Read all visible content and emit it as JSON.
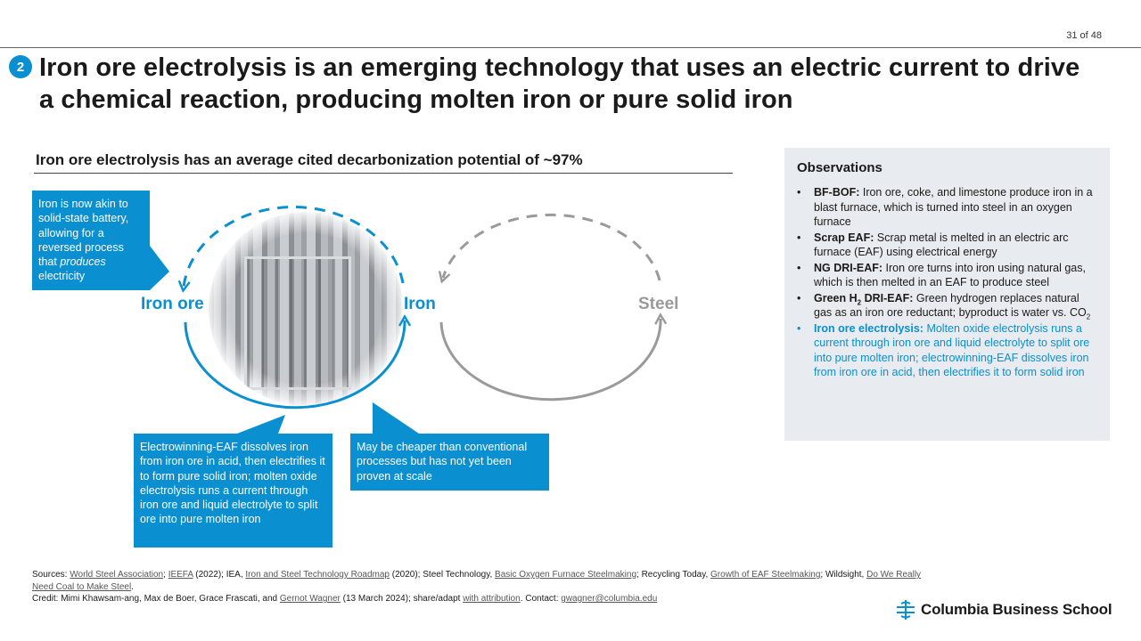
{
  "page": {
    "number": "31 of 48",
    "badge": "2"
  },
  "title": "Iron ore electrolysis is an emerging technology that uses an electric current to drive a chemical reaction, producing molten iron or pure solid iron",
  "subtitle": "Iron ore electrolysis has an average cited decarbonization potential of ~97%",
  "diagram": {
    "nodes": {
      "iron_ore": "Iron ore",
      "iron": "Iron",
      "steel": "Steel"
    },
    "colors": {
      "accent": "#0a8fd1",
      "gray": "#9a9a9a"
    }
  },
  "callouts": {
    "battery": {
      "pre": "Iron is now akin to solid-state battery, allowing for a reversed process that ",
      "em": "produces",
      "post": " electricity"
    },
    "methods": "Electrowinning-EAF dissolves iron from iron ore in acid, then electrifies it to form pure solid iron; molten oxide electrolysis runs a current through iron ore and liquid electrolyte to split ore into pure molten iron",
    "cost": "May be cheaper than conventional processes but has not yet been proven at scale"
  },
  "observations": {
    "title": "Observations",
    "bf_bof": {
      "term": "BF-BOF:",
      "text": " Iron ore, coke, and limestone produce iron in a blast furnace, which is turned into steel in an oxygen furnace"
    },
    "scrap_eaf": {
      "term": "Scrap EAF:",
      "text": " Scrap metal is melted in an electric arc furnace (EAF) using electrical energy"
    },
    "ng_dri": {
      "term": "NG DRI-EAF:",
      "text": " Iron ore turns into iron using natural gas, which is then melted in an EAF to produce steel"
    },
    "green_h2": {
      "term_a": "Green H",
      "term_sub": "2",
      "term_b": " DRI-EAF:",
      "text_a": " Green hydrogen replaces natural gas as an iron ore reductant; byproduct is water vs. CO",
      "text_sub": "2"
    },
    "electrolysis": {
      "term": "Iron ore electrolysis:",
      "text": " Molten oxide electrolysis runs a current through iron ore and liquid electrolyte to split ore into pure molten iron; electrowinning-EAF dissolves iron from iron ore in acid, then electrifies it to form solid iron"
    }
  },
  "sources": {
    "prefix": "Sources: ",
    "wsa": "World Steel Association",
    "sep1": "; ",
    "ieefa": "IEEFA",
    "t1": " (2022); IEA, ",
    "roadmap": "Iron and Steel Technology Roadmap",
    "t2": " (2020); Steel Technology, ",
    "bof": "Basic Oxygen Furnace Steelmaking",
    "t3": "; Recycling Today, ",
    "eaf": "Growth of EAF Steelmaking",
    "t4": "; Wildsight, ",
    "coal": "Do We Really Need Coal to Make Steel",
    "t5": ".",
    "credit": "Credit: Mimi Khawsam-ang, Max de Boer, Grace Frascati, and ",
    "wagner": "Gernot Wagner",
    "t6": " (13 March 2024); share/adapt ",
    "attribution": "with attribution",
    "t7": ". Contact: ",
    "email": "gwagner@columbia.edu"
  },
  "logo": {
    "text": "Columbia Business School"
  }
}
